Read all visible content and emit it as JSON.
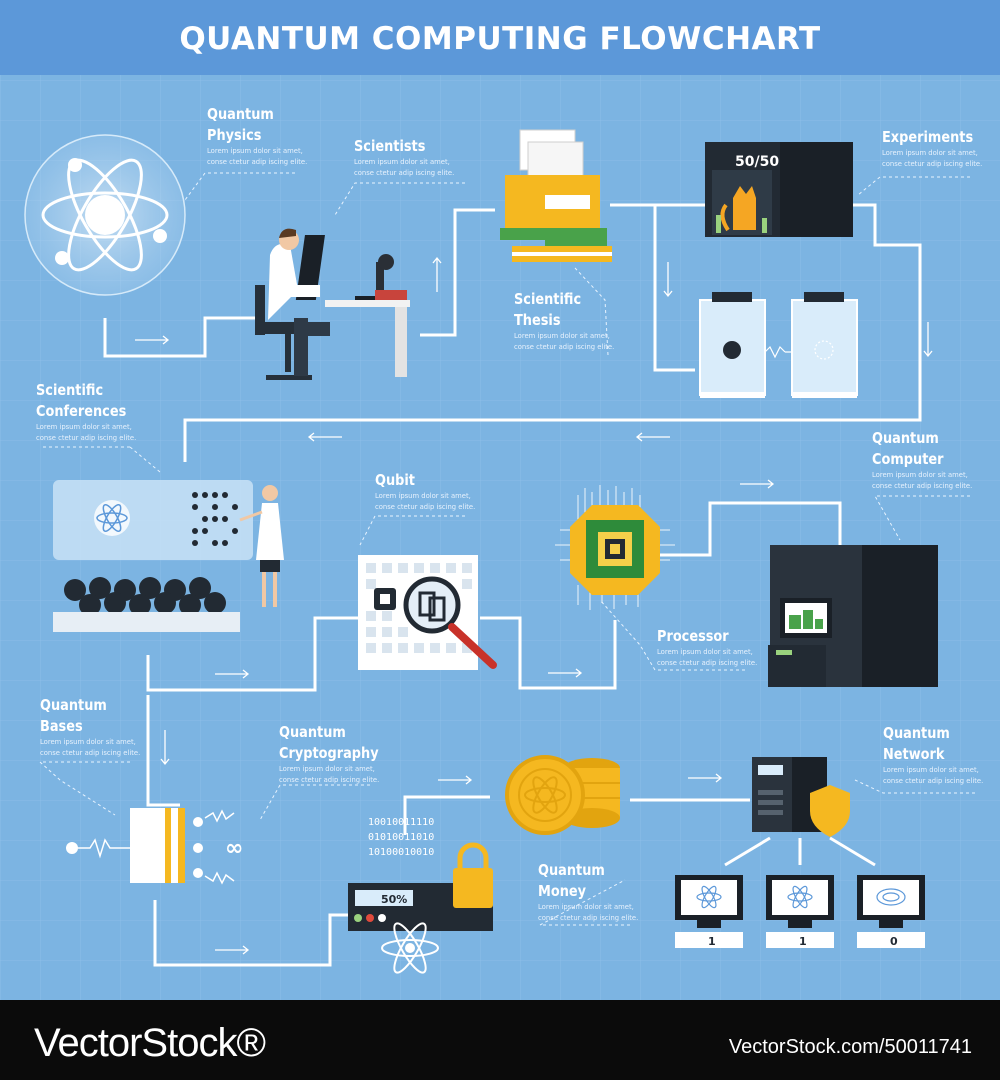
{
  "title": "QUANTUM COMPUTING FLOWCHART",
  "lorem": {
    "line1": "Lorem ipsum dolor sit amet,",
    "line2": "conse ctetur adip iscing elite."
  },
  "nodes": [
    {
      "id": "quantum-physics",
      "title_1": "Quantum",
      "title_2": "Physics"
    },
    {
      "id": "scientists",
      "title_1": "Scientists",
      "title_2": ""
    },
    {
      "id": "scientific-thesis",
      "title_1": "Scientific",
      "title_2": "Thesis"
    },
    {
      "id": "experiments",
      "title_1": "Experiments",
      "title_2": ""
    },
    {
      "id": "scientific-conferences",
      "title_1": "Scientific",
      "title_2": "Conferences"
    },
    {
      "id": "qubit",
      "title_1": "Qubit",
      "title_2": ""
    },
    {
      "id": "quantum-computer",
      "title_1": "Quantum",
      "title_2": "Computer"
    },
    {
      "id": "processor",
      "title_1": "Processor",
      "title_2": ""
    },
    {
      "id": "quantum-bases",
      "title_1": "Quantum",
      "title_2": "Bases"
    },
    {
      "id": "quantum-cryptography",
      "title_1": "Quantum",
      "title_2": "Cryptography"
    },
    {
      "id": "quantum-money",
      "title_1": "Quantum",
      "title_2": "Money"
    },
    {
      "id": "quantum-network",
      "title_1": "Quantum",
      "title_2": "Network"
    }
  ],
  "experiment_box": {
    "ratio": "50/50"
  },
  "cryptography": {
    "bits_1": "10010011110",
    "bits_2": "01010011010",
    "bits_3": "10100010010",
    "meter": "50%"
  },
  "network": {
    "screen_1": "1",
    "screen_2": "1",
    "screen_3": "0"
  },
  "footer": {
    "brand": "VectorStock®",
    "stock_id": "VectorStock.com/50011741"
  },
  "colors": {
    "background": "#7cb4e2",
    "header": "#5c98d9",
    "accent": "#f5b820",
    "connector": "#ffffff",
    "dark": "#222a33",
    "footer": "#0b0b0b"
  }
}
